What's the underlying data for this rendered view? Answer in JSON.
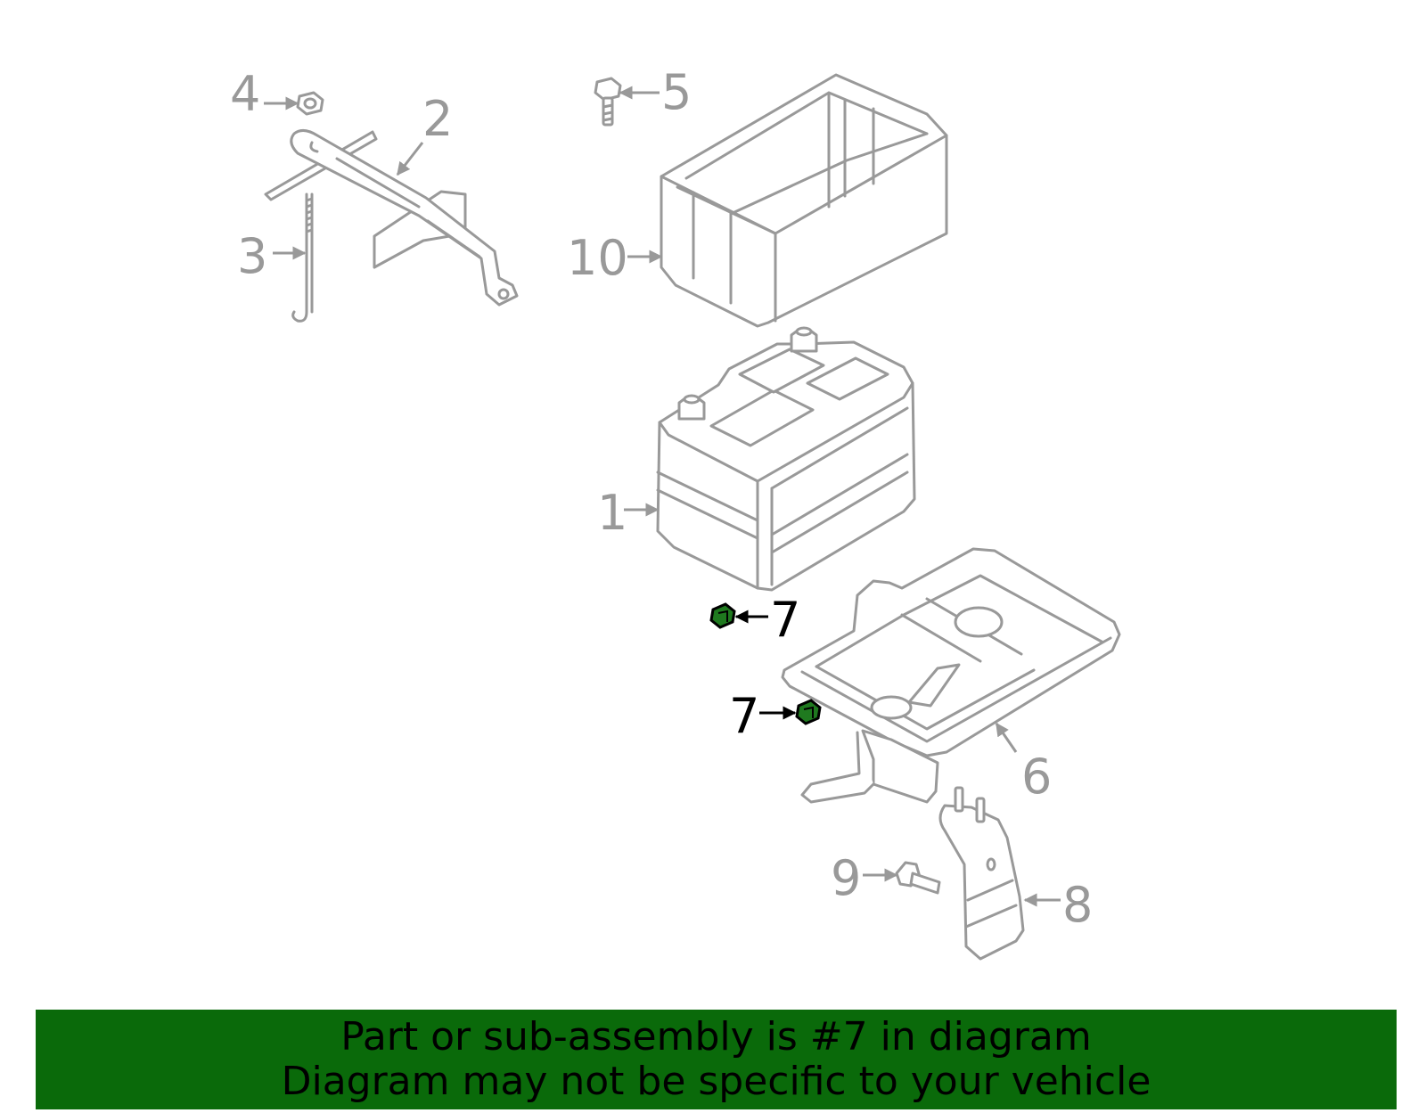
{
  "callouts": {
    "c1": "1",
    "c2": "2",
    "c3": "3",
    "c4": "4",
    "c5": "5",
    "c6": "6",
    "c7a": "7",
    "c7b": "7",
    "c8": "8",
    "c9": "9",
    "c10": "10"
  },
  "banner": {
    "line1": "Part or sub-assembly is #7 in diagram",
    "line2": "Diagram may not be specific to your vehicle"
  },
  "colors": {
    "highlight_part": "#1f7a1f",
    "banner_bg": "#0a6a0a",
    "line_gray": "#999999"
  }
}
